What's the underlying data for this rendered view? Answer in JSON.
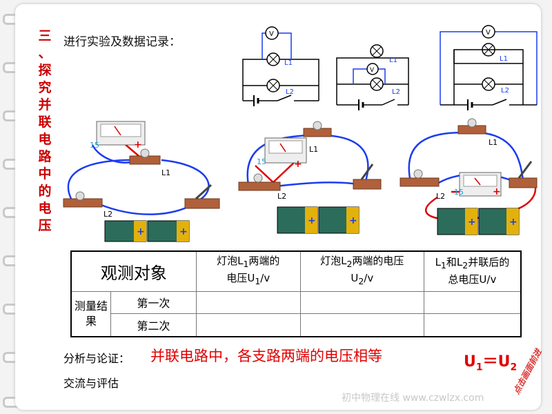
{
  "title_chars": [
    "三",
    "、",
    "探",
    "究",
    "并",
    "联",
    "电",
    "路",
    "中",
    "的",
    "电",
    "压"
  ],
  "heading": "进行实验及数据记录：",
  "schematic": {
    "voltmeter": "V",
    "lamp1": "L1",
    "lamp2": "L2"
  },
  "photo_labels": {
    "lamp1": "L1",
    "lamp2": "L2",
    "plus": "+",
    "minus": "-"
  },
  "table": {
    "header_object": "观测对象",
    "col1_a": "灯泡L",
    "col1_sub": "1",
    "col1_b": "两端的",
    "col1_c": "电压U",
    "col1_c_sub": "1",
    "col1_d": "/v",
    "col2_a": "灯泡L",
    "col2_sub": "2",
    "col2_b": "两端的电压",
    "col2_c": "U",
    "col2_c_sub": "2",
    "col2_d": "/v",
    "col3_a": "L",
    "col3_a_sub": "1",
    "col3_b": "和L",
    "col3_b_sub": "2",
    "col3_c": "并联后的",
    "col3_d": "总电压U/v",
    "row_label": "测量结果",
    "row1": "第一次",
    "row2": "第二次"
  },
  "analysis_label": "分析与论证：",
  "conclusion": "并联电路中，各支路两端的电压相等",
  "formula": {
    "u": "U",
    "sub1": "1",
    "eq": "＝U",
    "sub2": "2"
  },
  "exchange_label": "交流与评估",
  "watermark": "初中物理在线  www.czwlzx.com",
  "stamp": "点击画面前进"
}
